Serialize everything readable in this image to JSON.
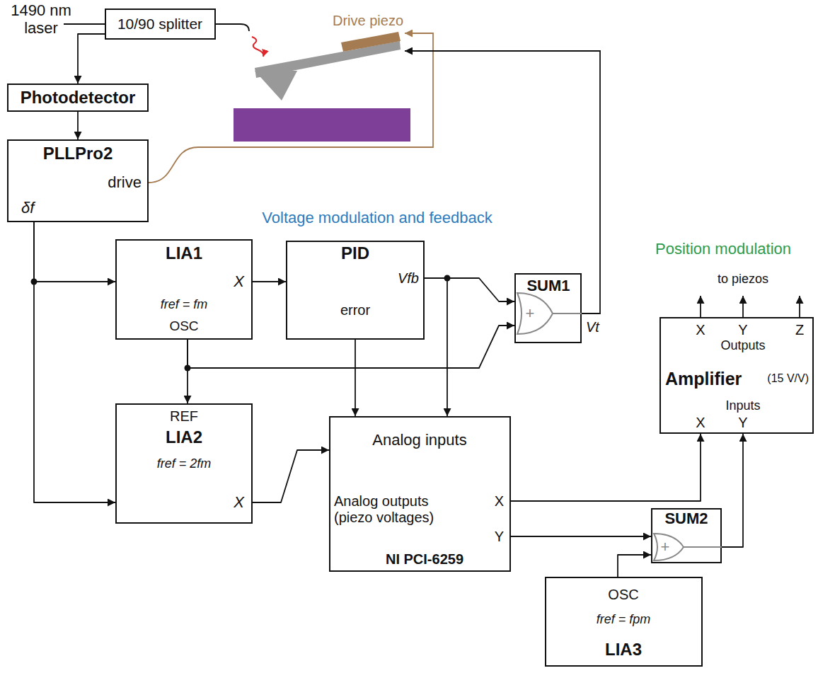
{
  "diagram": {
    "nodes": [
      {
        "text": [
          "10/90 splitter"
        ]
      },
      {
        "text": [
          "Photodetector"
        ]
      },
      {
        "text": [
          "PLLPro2",
          "drive",
          "δf"
        ]
      },
      {
        "text": [
          "Voltage modulation and feedback"
        ]
      },
      {
        "text": [
          "LIA1",
          "X",
          "fref = fm",
          "OSC"
        ],
        "in": 3
      },
      {
        "text": [
          "PID",
          "Vfb",
          "error"
        ],
        "in": 3
      },
      {
        "text": [
          "SUM1",
          "+",
          "Vt"
        ],
        "in": 3
      },
      {
        "text": [
          "REF",
          "LIA2",
          "fref = 2fm",
          "X"
        ]
      },
      {
        "text": [
          "Analog inputs",
          "Analog outputs (piezo voltages)",
          "X",
          "Y",
          "NI PCI-6259"
        ]
      },
      {
        "text": [
          "Position modulation"
        ]
      },
      {
        "text": [
          "X",
          "Y",
          "Z",
          "Outputs",
          "Amplifier",
          "(15 V/V)",
          "Inputs",
          "X",
          "Y"
        ],
        "in": 9
      },
      {
        "text": [
          "SUM2",
          "+"
        ],
        "in": 9
      },
      {
        "text": [
          "OSC",
          "fref = fpm",
          "LIA3"
        ],
        "in": 9
      }
    ],
    "edges": [
      {
        "from": 0,
        "to": 1,
        "arrow": "to"
      },
      {
        "from": 1,
        "to": 2,
        "arrow": "to"
      },
      {
        "from": 2,
        "to": 4,
        "arrow": "to"
      },
      {
        "from": 2,
        "to": 7,
        "arrow": "to"
      },
      {
        "from": 4,
        "to": 5,
        "arrow": "to"
      },
      {
        "from": 5,
        "to": 6,
        "arrow": "to"
      },
      {
        "from": 5,
        "to": 8,
        "arrow": "to"
      },
      {
        "from": 5,
        "to": 8,
        "arrow": "to"
      },
      {
        "from": 4,
        "to": 6,
        "arrow": "to"
      },
      {
        "from": 4,
        "to": 7,
        "arrow": "to"
      },
      {
        "from": 7,
        "to": 8,
        "arrow": "to"
      },
      {
        "from": 8,
        "to": 10,
        "arrow": "to"
      },
      {
        "from": 8,
        "to": 11,
        "arrow": "to"
      },
      {
        "from": 12,
        "to": 11,
        "arrow": "to"
      },
      {
        "from": 11,
        "to": 10,
        "arrow": "to"
      }
    ],
    "labels": [
      "1490 nm laser",
      "Drive piezo",
      "to piezos"
    ]
  }
}
